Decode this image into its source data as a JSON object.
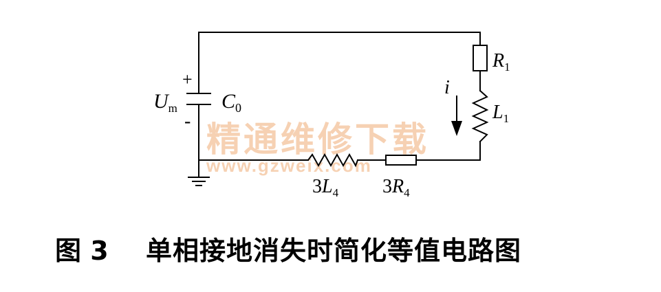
{
  "labels": {
    "voltage_main": "U",
    "voltage_sub": "m",
    "capacitor_main": "C",
    "capacitor_sub": "0",
    "plus": "+",
    "minus": "-",
    "resistor1_main": "R",
    "resistor1_sub": "1",
    "inductor1_main": "L",
    "inductor1_sub": "1",
    "current": "i",
    "inductor4_coef": "3",
    "inductor4_main": "L",
    "inductor4_sub": "4",
    "resistor4_coef": "3",
    "resistor4_main": "R",
    "resistor4_sub": "4"
  },
  "watermark": {
    "text_cn": "精通维修下载",
    "text_url": "www.gzweix.com",
    "color": "#f4c29a"
  },
  "caption": {
    "figure_no": "图 3",
    "title": "单相接地消失时简化等值电路图"
  }
}
